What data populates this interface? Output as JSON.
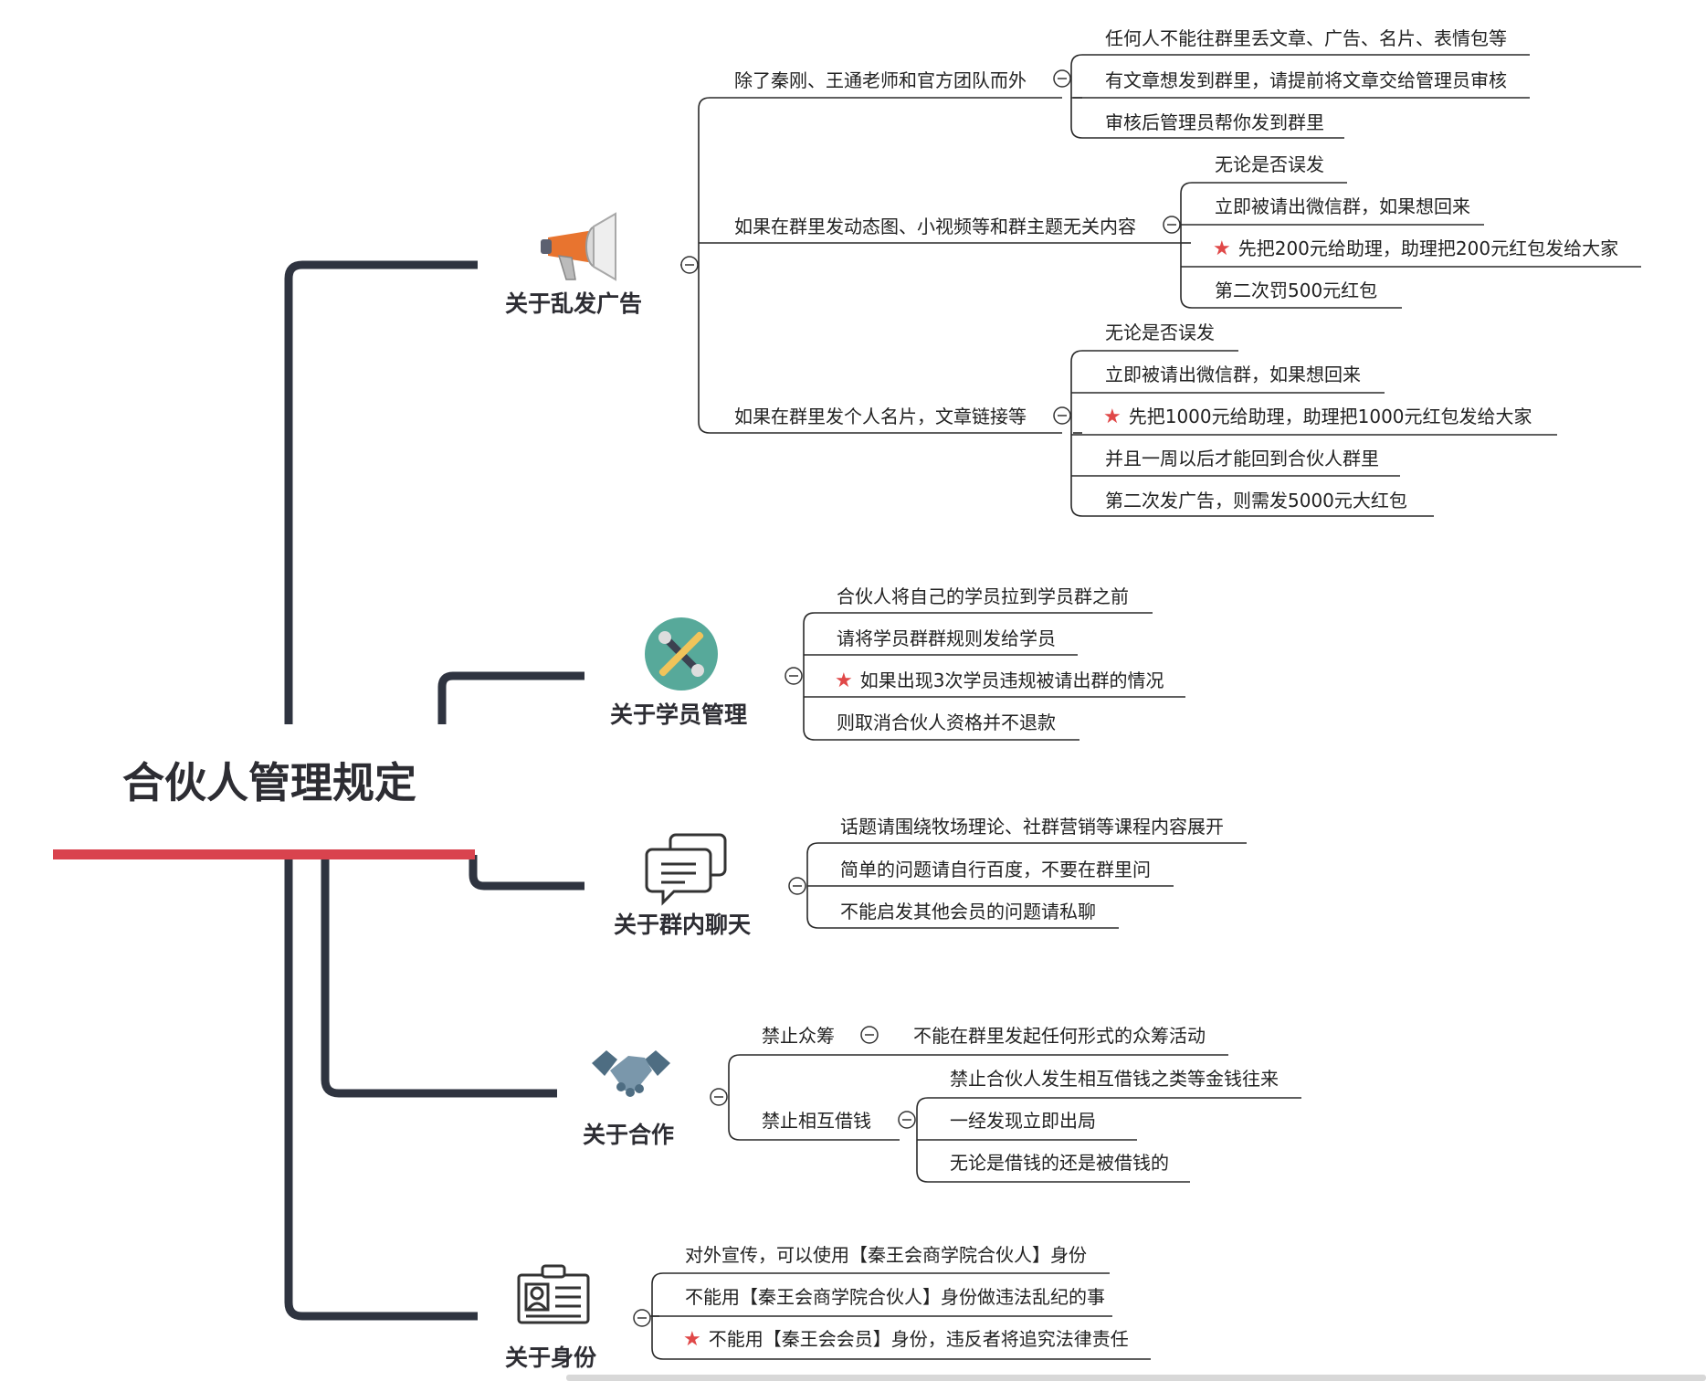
{
  "root": {
    "title": "合伙人管理规定"
  },
  "branches": [
    {
      "label": "关于乱发广告",
      "icon": "megaphone-icon",
      "groups": [
        {
          "label": "除了秦刚、王通老师和官方团队而外",
          "items": [
            "任何人不能往群里丢文章、广告、名片、表情包等",
            "有文章想发到群里，请提前将文章交给管理员审核",
            "审核后管理员帮你发到群里"
          ]
        },
        {
          "label": "如果在群里发动态图、小视频等和群主题无关内容",
          "items": [
            "无论是否误发",
            "立即被请出微信群，如果想回来",
            "先把200元给助理，助理把200元红包发给大家",
            "第二次罚500元红包"
          ],
          "starred_index": 2
        },
        {
          "label": "如果在群里发个人名片，文章链接等",
          "items": [
            "无论是否误发",
            "立即被请出微信群，如果想回来",
            "先把1000元给助理，助理把1000元红包发给大家",
            "并且一周以后才能回到合伙人群里",
            "第二次发广告，则需发5000元大红包"
          ],
          "starred_index": 2
        }
      ]
    },
    {
      "label": "关于学员管理",
      "icon": "tools-icon",
      "items": [
        "合伙人将自己的学员拉到学员群之前",
        "请将学员群群规则发给学员",
        "如果出现3次学员违规被请出群的情况",
        "则取消合伙人资格并不退款"
      ],
      "starred_index": 2
    },
    {
      "label": "关于群内聊天",
      "icon": "chat-bubbles-icon",
      "items": [
        "话题请围绕牧场理论、社群营销等课程内容展开",
        "简单的问题请自行百度，不要在群里问",
        "不能启发其他会员的问题请私聊"
      ]
    },
    {
      "label": "关于合作",
      "icon": "handshake-icon",
      "groups": [
        {
          "label": "禁止众筹",
          "items": [
            "不能在群里发起任何形式的众筹活动"
          ]
        },
        {
          "label": "禁止相互借钱",
          "items": [
            "禁止合伙人发生相互借钱之类等金钱往来",
            "一经发现立即出局",
            "无论是借钱的还是被借钱的"
          ]
        }
      ]
    },
    {
      "label": "关于身份",
      "icon": "id-card-icon",
      "items": [
        "对外宣传，可以使用【秦王会商学院合伙人】身份",
        "不能用【秦王会商学院合伙人】身份做违法乱纪的事",
        "不能用【秦王会会员】身份，违反者将追究法律责任"
      ],
      "starred_index": 2
    }
  ],
  "colors": {
    "trunk": "#2f3440",
    "accent_line": "#d9434e",
    "star": "#e04848",
    "line": "#2a2a2a"
  }
}
